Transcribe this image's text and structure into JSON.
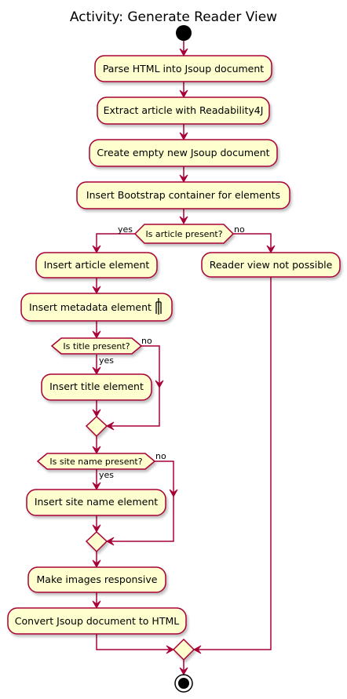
{
  "diagram": {
    "title": "Activity: Generate Reader View",
    "actions": {
      "parse": "Parse HTML into Jsoup document",
      "extract": "Extract article with Readability4J",
      "create": "Create empty new Jsoup document",
      "bootstrap": "Insert Bootstrap container for elements",
      "article": "Insert article element",
      "metadata": "Insert metadata element",
      "title_el": "Insert title element",
      "site_el": "Insert site name element",
      "images": "Make images responsive",
      "convert": "Convert Jsoup document to HTML",
      "not_possible": "Reader view not possible"
    },
    "decisions": {
      "article_present": "Is article present?",
      "title_present": "Is title present?",
      "site_present": "Is site name present?"
    },
    "labels": {
      "yes": "yes",
      "no": "no"
    },
    "colors": {
      "activity_fill": "#FEFECE",
      "border": "#A80036",
      "node": "#000000"
    },
    "icons": {
      "metadata": "fork-icon"
    }
  }
}
